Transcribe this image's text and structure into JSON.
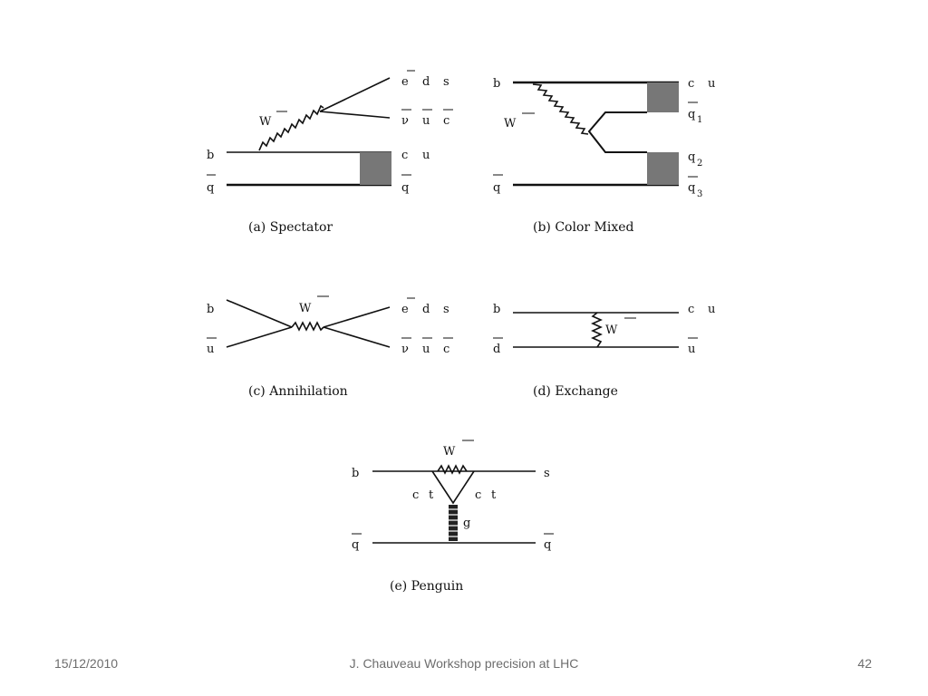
{
  "diagrams": {
    "a": {
      "caption": "(a) Spectator",
      "boson": "W",
      "in_top": "b",
      "in_bottom": "q",
      "out_row1": [
        "e",
        "d",
        "s"
      ],
      "out_row2": [
        "ν",
        "u",
        "c"
      ],
      "out_row3": [
        "c",
        "u"
      ],
      "out_row4": "q"
    },
    "b": {
      "caption": "(b) Color Mixed",
      "boson": "W",
      "in_top": "b",
      "in_bottom": "q",
      "out_top": [
        "c",
        "u"
      ],
      "q1": "q",
      "q1_sub": "1",
      "q2": "q",
      "q2_sub": "2",
      "q3": "q",
      "q3_sub": "3"
    },
    "c": {
      "caption": "(c) Annihilation",
      "boson": "W",
      "in_top": "b",
      "in_bottom": "u",
      "out_row1": [
        "e",
        "d",
        "s"
      ],
      "out_row2": [
        "ν",
        "u",
        "c"
      ]
    },
    "d": {
      "caption": "(d) Exchange",
      "boson": "W",
      "in_top": "b",
      "in_bottom": "d",
      "out_top": [
        "c",
        "u"
      ],
      "out_bottom": "u"
    },
    "e": {
      "caption": "(e) Penguin",
      "boson": "W",
      "in_top": "b",
      "in_bottom": "q",
      "out_top": "s",
      "out_bottom": "q",
      "loop_left": [
        "c",
        "t"
      ],
      "loop_right": [
        "c",
        "t"
      ],
      "gluon": "g"
    }
  },
  "footer": {
    "date": "15/12/2010",
    "title": "J. Chauveau Workshop precision at LHC",
    "page": "42"
  }
}
